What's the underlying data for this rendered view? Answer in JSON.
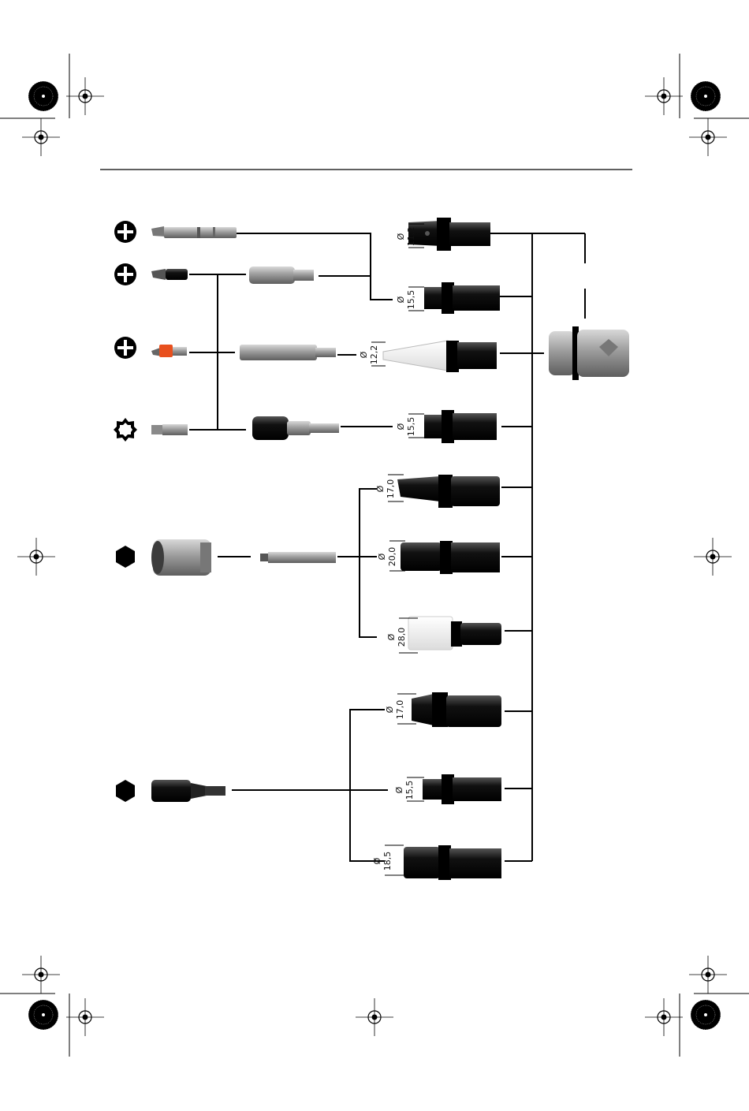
{
  "colors": {
    "line": "#000000",
    "metal": "#9a9a9a",
    "dark": "#1c1c1c",
    "orange": "#e8501e",
    "white_part": "#f3f3f3"
  },
  "icons": {
    "phillips": "phillips-cross-icon",
    "torx": "torx-star-icon",
    "hex": "hexagon-icon"
  },
  "nozzles": [
    {
      "symbol": "Ø",
      "value": "11,2"
    },
    {
      "symbol": "Ø",
      "value": "15,5"
    },
    {
      "symbol": "Ø",
      "value": "12,2"
    },
    {
      "symbol": "Ø",
      "value": "15,5"
    },
    {
      "symbol": "Ø",
      "value": "17,0"
    },
    {
      "symbol": "Ø",
      "value": "20,0"
    },
    {
      "symbol": "Ø",
      "value": "28,0"
    },
    {
      "symbol": "Ø",
      "value": "17,0"
    },
    {
      "symbol": "Ø",
      "value": "15,5"
    },
    {
      "symbol": "Ø",
      "value": "18,5"
    }
  ]
}
